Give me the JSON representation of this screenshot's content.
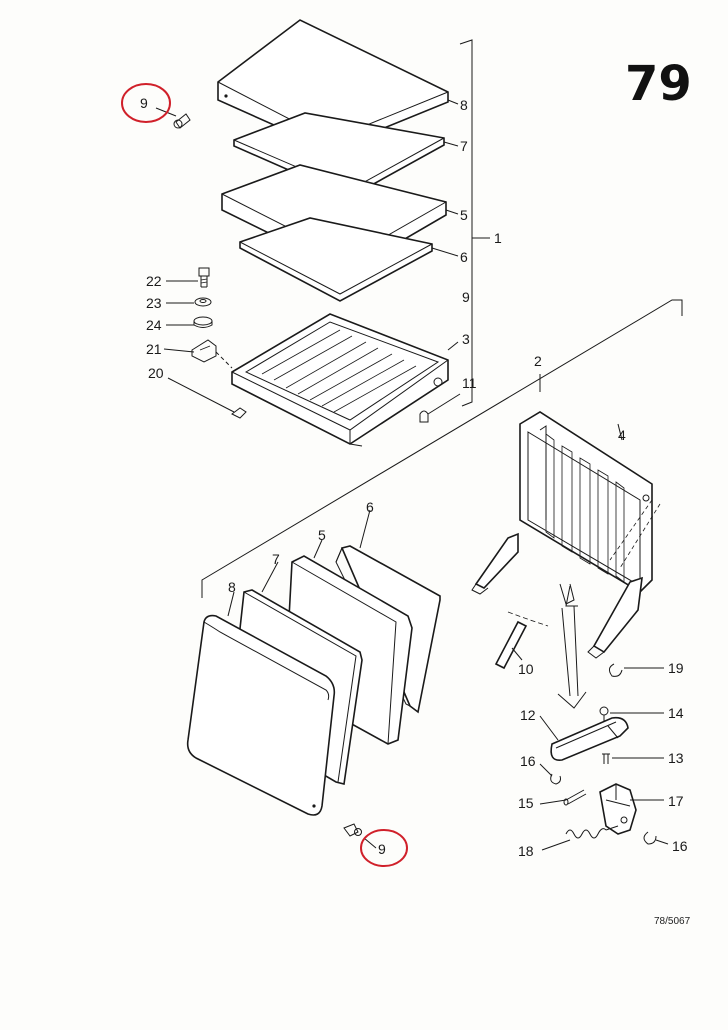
{
  "page_number": "79",
  "drawing_code": "78/5067",
  "highlight_color": "#d0202a",
  "callouts": {
    "n1": "1",
    "n2": "2",
    "n3": "3",
    "n4": "4",
    "n5_top": "5",
    "n5_bot": "5",
    "n6_top": "6",
    "n6_bot": "6",
    "n7_top": "7",
    "n7_bot": "7",
    "n8_top": "8",
    "n8_bot": "8",
    "n9_top": "9",
    "n9_mid": "9",
    "n9_bot": "9",
    "n10": "10",
    "n11": "11",
    "n12": "12",
    "n13": "13",
    "n14": "14",
    "n15": "15",
    "n16_left": "16",
    "n16_right": "16",
    "n17": "17",
    "n18": "18",
    "n19": "19",
    "n20": "20",
    "n21": "21",
    "n22": "22",
    "n23": "23",
    "n24": "24"
  }
}
